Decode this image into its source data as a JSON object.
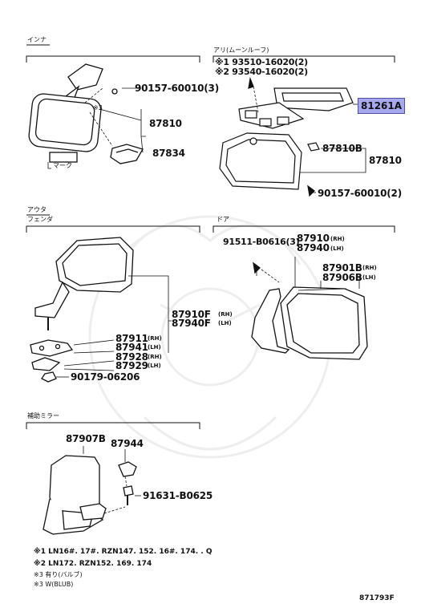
{
  "sections": {
    "inner": "インナ",
    "roof": "アリ(ムーンルーフ)",
    "outer": "アウタ",
    "fender": "フェンダ",
    "door": "ドア",
    "aux": "補助ミラー"
  },
  "inner": {
    "screw": "90157-60010(3)",
    "note3": "※3",
    "mirror": "87810",
    "cover": "87834",
    "mark": "マーク"
  },
  "roof": {
    "alt1": "※1 93510-16020(2)",
    "alt2": "※2 93540-16020(2)",
    "console": "81261A",
    "mirror_b": "87810B",
    "mirror": "87810",
    "screw": "90157-60010(2)"
  },
  "fender": {
    "assy_rh": "87910F",
    "assy_lh": "87940F",
    "rh": "(RH)",
    "lh": "(LH)",
    "p1": "87911",
    "p2": "87941",
    "p3": "87928",
    "p4": "87929",
    "p1s": "(RH)",
    "p2s": "(LH)",
    "p3s": "(RH)",
    "p4s": "(LH)",
    "nut": "90179-06206"
  },
  "door": {
    "screw": "91511-B0616(3)",
    "assy_rh": "87910",
    "assy_lh": "87940",
    "rh": "(RH)",
    "lh": "(LH)",
    "glass": "87901B",
    "glass_s": "(RH)",
    "frame": "87906B",
    "frame_s": "(LH)"
  },
  "aux": {
    "mirror": "87907B",
    "cover": "87944",
    "bolt": "91631-B0625"
  },
  "notes": {
    "n1": "※1  LN16#. 17#. RZN147. 152. 16#. 174. . Q",
    "n2": "※2  LN172. RZN152. 169. 174",
    "n3": "※3 有り(バルブ)",
    "n4": "※3 W(BLUB)"
  },
  "ref": "871793F"
}
